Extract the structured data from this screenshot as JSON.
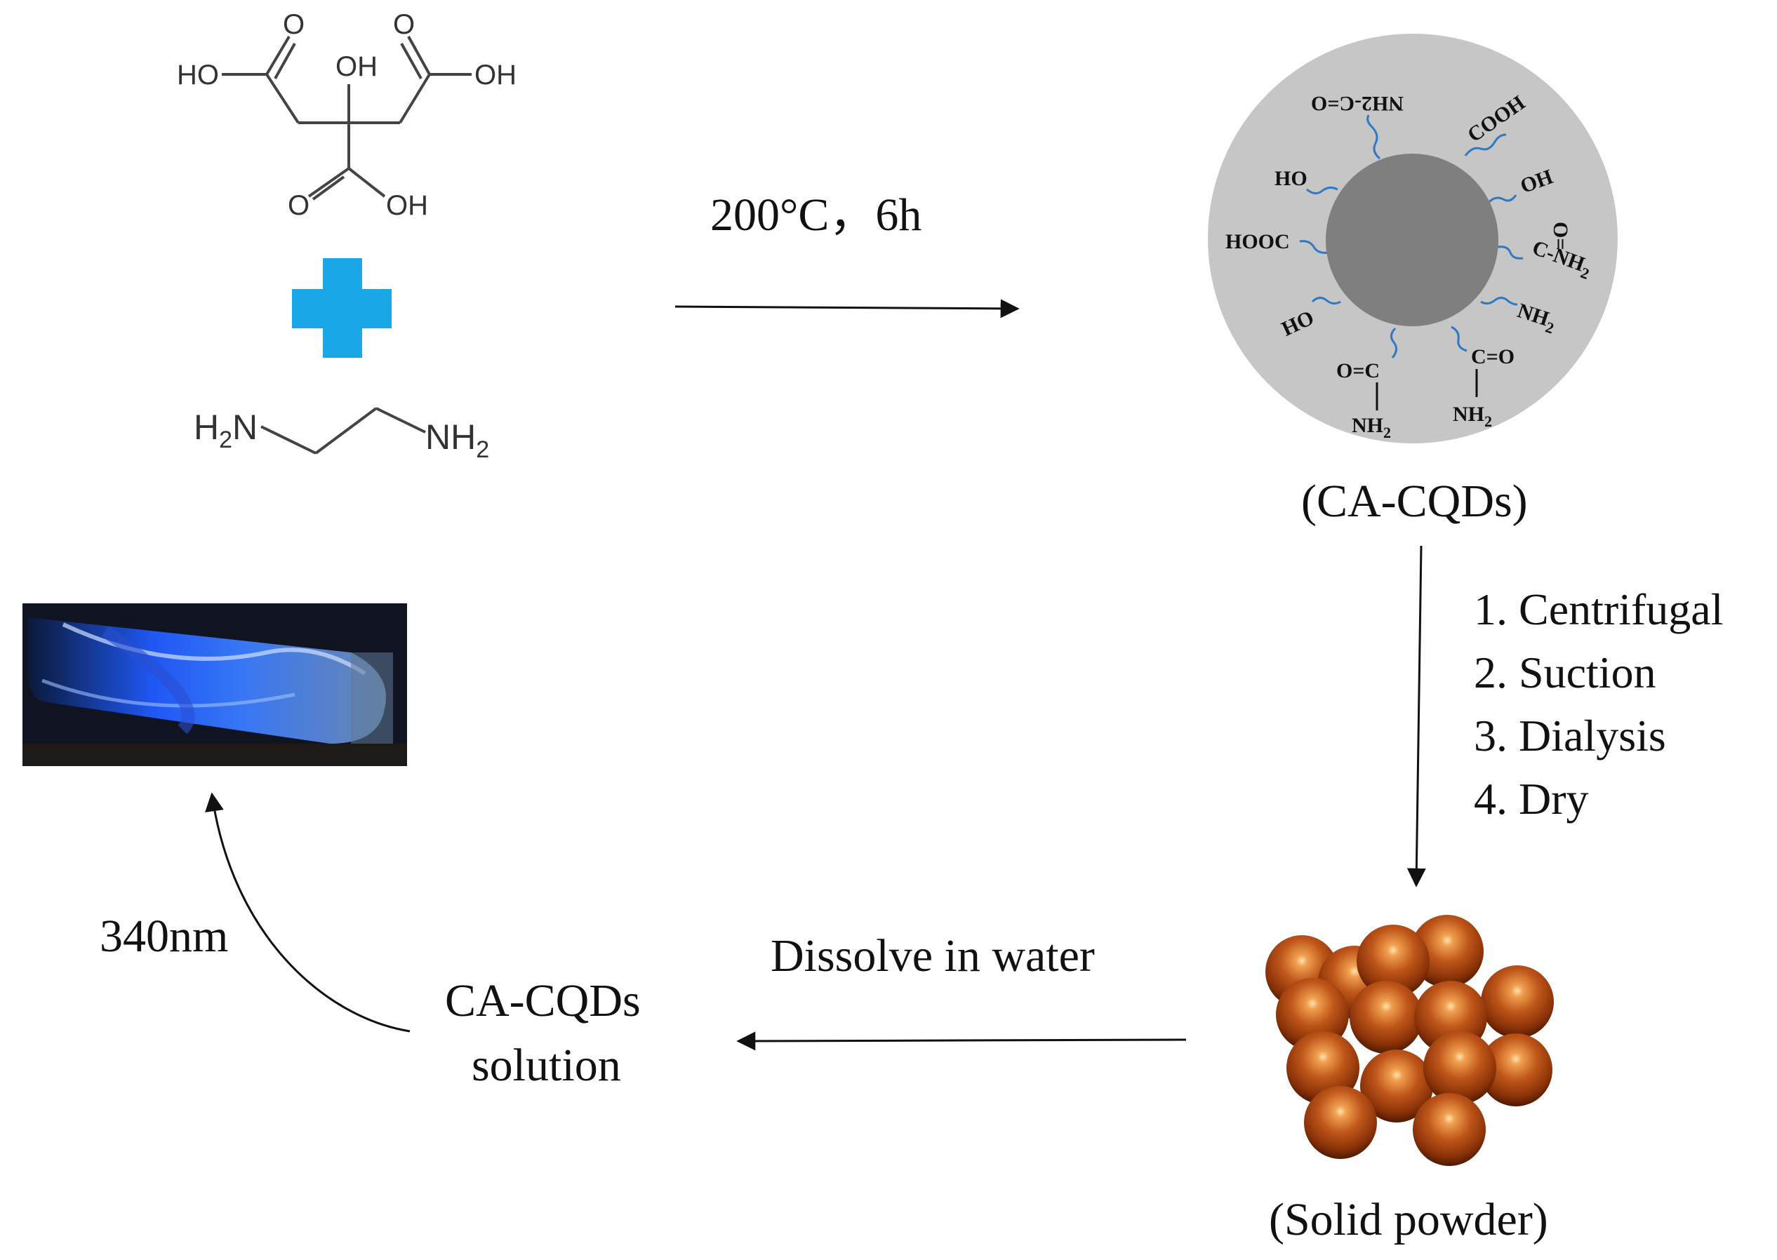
{
  "reagents": {
    "citric_acid": {
      "labels": [
        "HO",
        "OH",
        "O",
        "O",
        "OH",
        "O",
        "OH"
      ]
    },
    "plus_color": "#1aa7e6",
    "ethylenediamine": {
      "left": "H2N",
      "right": "NH2"
    }
  },
  "reaction": {
    "condition": "200°C，6h"
  },
  "cqd": {
    "caption": "(CA-CQDs)",
    "groups": [
      "NH2-C=O",
      "COOH",
      "HO",
      "OH",
      "HOOC",
      "C-NH2",
      "HO",
      "NH2",
      "O=C",
      "NH2",
      "C=O",
      "NH2"
    ],
    "shell_color": "#c6c6c6",
    "core_color": "#7f7f7f",
    "ligand_color": "#2f78c4"
  },
  "purification": {
    "steps": [
      "1. Centrifugal",
      "2. Suction",
      "3. Dialysis",
      "4. Dry"
    ]
  },
  "powder": {
    "caption": "(Solid powder)",
    "sphere_color": "#b14a0e"
  },
  "dissolve": {
    "label": "Dissolve in water"
  },
  "solution": {
    "line1": "CA-CQDs",
    "line2": "solution"
  },
  "excitation": {
    "label": "340nm"
  },
  "photo": {
    "glow_color": "#1f5bff"
  }
}
